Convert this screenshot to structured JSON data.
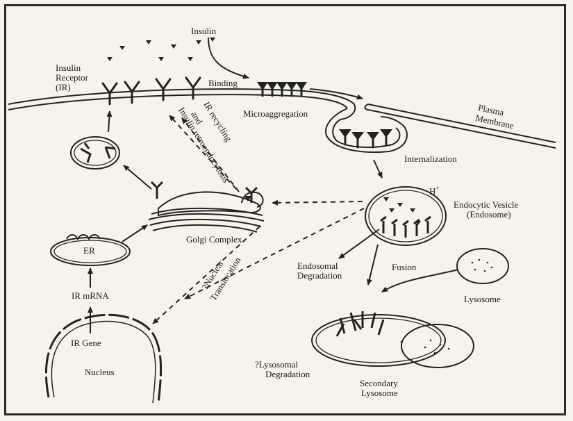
{
  "labels": {
    "insulin": "Insulin",
    "ir_line1": "Insulin",
    "ir_line2": "Receptor",
    "ir_line3": "(IR)",
    "binding": "Binding",
    "microaggregation": "Microaggregation",
    "plasma_line1": "Plasma",
    "plasma_line2": "Membrane",
    "internalization": "Internalization",
    "ir_recycling_line1": "IR recycling",
    "ir_recycling_line2": "and",
    "ir_recycling_line3": "Insulin retroendocytosis",
    "hplus": "H",
    "hplus_sup": "+",
    "endocytic_line1": "Endocytic Vesicle",
    "endocytic_line2": "(Endosome)",
    "golgi": "Golgi Complex",
    "er": "ER",
    "endosomal_line1": "Endosomal",
    "endosomal_line2": "Degradation",
    "fusion": "Fusion",
    "lysosome": "Lysosome",
    "ir_mrna": "IR mRNA",
    "nuclear_line1": "?Nuclear",
    "nuclear_line2": "Translocation",
    "ir_gene": "IR Gene",
    "nucleus": "Nucleus",
    "lysosomal_line1": "?Lysosomal",
    "lysosomal_line2": "Degradation",
    "secondary_line1": "Secondary",
    "secondary_line2": "Lysosome"
  }
}
